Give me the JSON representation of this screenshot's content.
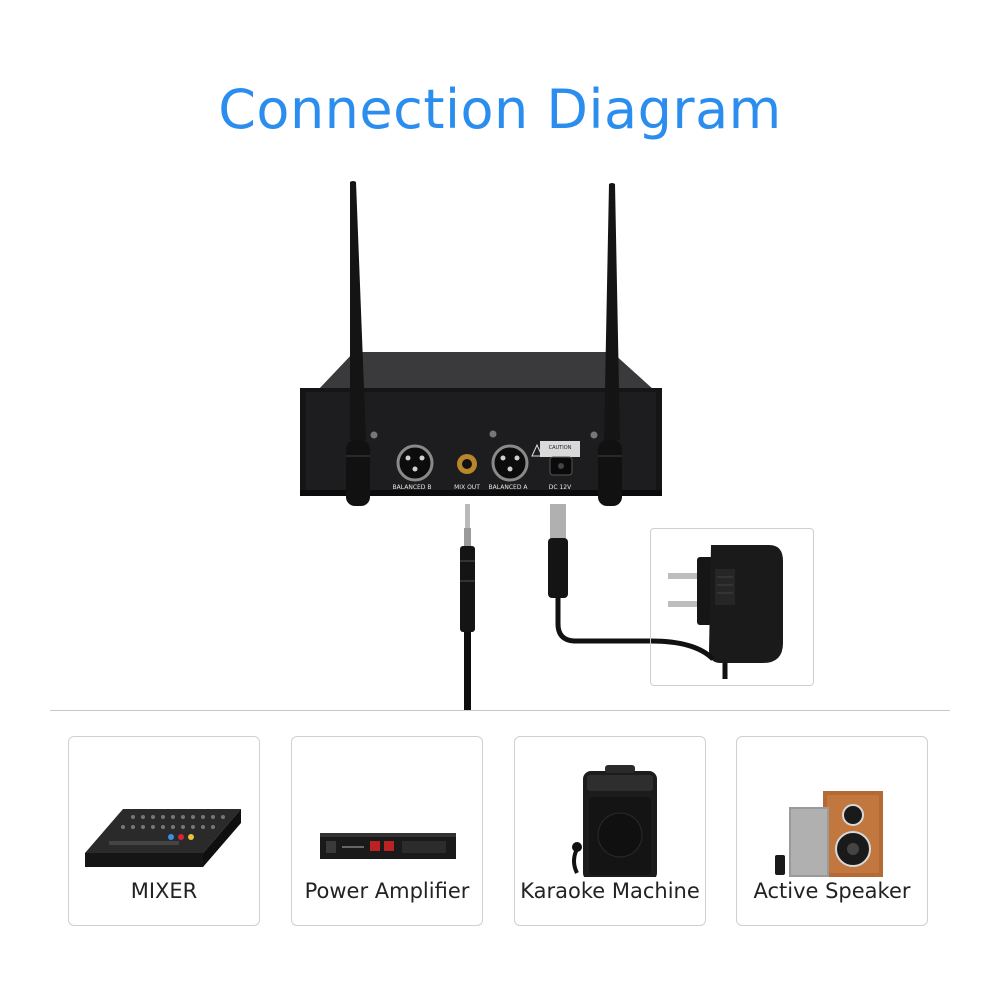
{
  "header": {
    "title": "Connection Diagram"
  },
  "receiver": {
    "port_labels": {
      "balanced_b": "BALANCED B",
      "mix_out": "MIX OUT",
      "balanced_a": "BALANCED A",
      "dc": "DC 12V"
    },
    "caution_label": "CAUTION"
  },
  "devices": [
    {
      "label": "MIXER",
      "icon": "mixer-icon"
    },
    {
      "label": "Power Amplifier",
      "icon": "power-amplifier-icon"
    },
    {
      "label": "Karaoke Machine",
      "icon": "karaoke-machine-icon"
    },
    {
      "label": "Active Speaker",
      "icon": "active-speaker-icon"
    }
  ],
  "colors": {
    "title": "#2b8eef",
    "device": "#1a1a1a",
    "border": "#d0d0d0"
  }
}
